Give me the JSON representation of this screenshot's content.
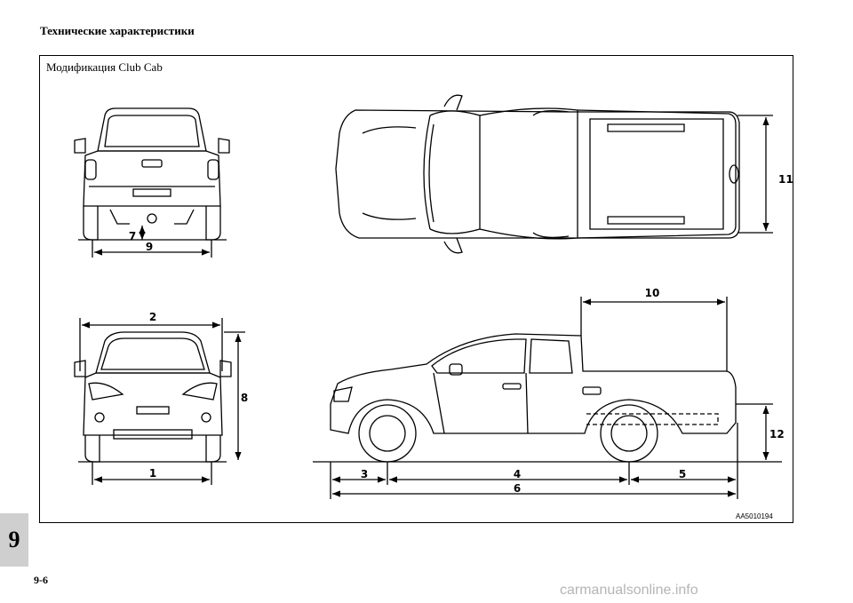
{
  "header": {
    "title": "Технические характеристики"
  },
  "figure": {
    "caption": "Модификация Club Cab",
    "image_code": "AA5010194",
    "dimension_labels": {
      "d1": "1",
      "d2": "2",
      "d3": "3",
      "d4": "4",
      "d5": "5",
      "d6": "6",
      "d7": "7",
      "d8": "8",
      "d9": "9",
      "d10": "10",
      "d11": "11",
      "d12": "12"
    }
  },
  "sidebar": {
    "chapter": "9"
  },
  "footer": {
    "page_number": "9-6",
    "watermark": "carmanualsonline.info"
  }
}
